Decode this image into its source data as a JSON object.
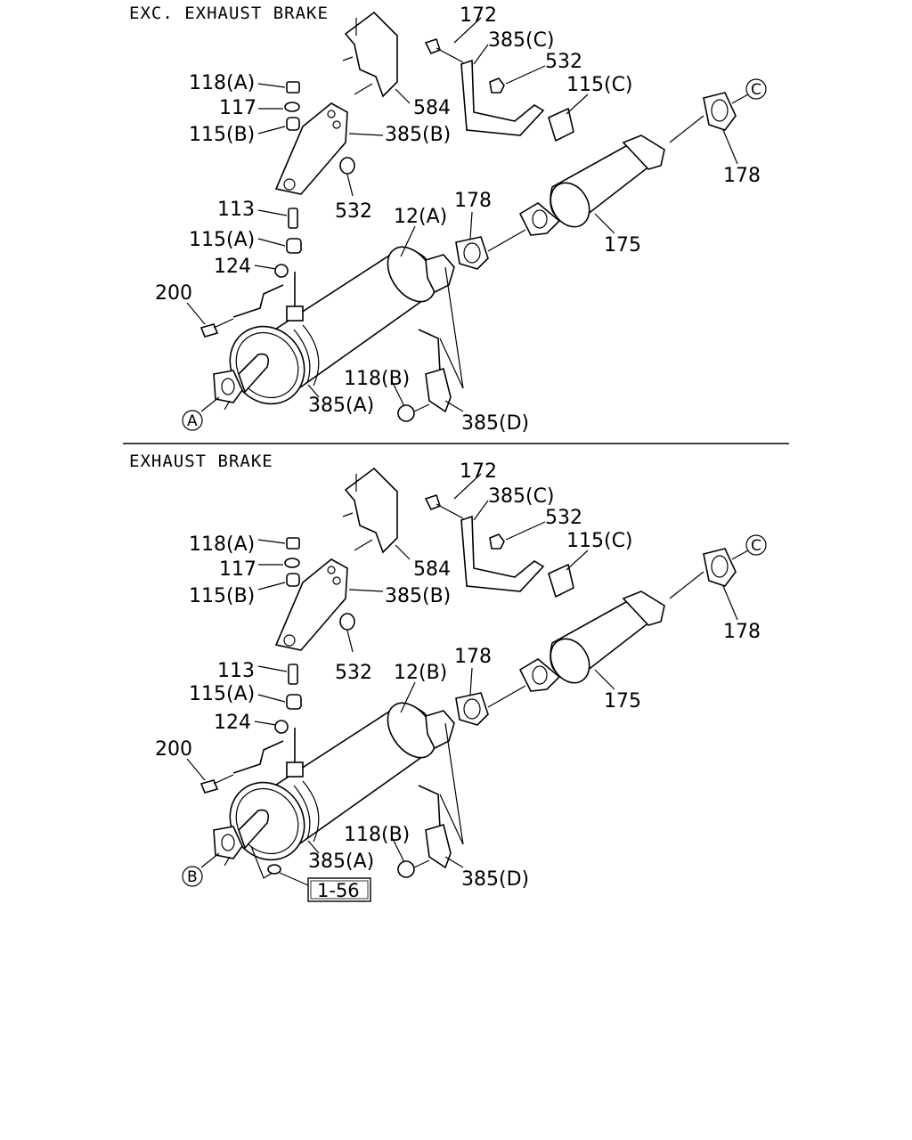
{
  "sections": [
    {
      "title": "EXC. EXHAUST BRAKE",
      "labels": {
        "p172": "172",
        "p385c": "385(C)",
        "p532a": "532",
        "p115c": "115(C)",
        "pC": "C",
        "p118a": "118(A)",
        "p117": "117",
        "p115b": "115(B)",
        "p584": "584",
        "p385b": "385(B)",
        "p532b": "532",
        "p178b": "178",
        "p113": "113",
        "p12": "12(A)",
        "p178a": "178",
        "p175": "175",
        "p115a": "115(A)",
        "p124": "124",
        "p200": "200",
        "p118b": "118(B)",
        "p385a": "385(A)",
        "p385d": "385(D)",
        "pA": "A"
      }
    },
    {
      "title": "EXHAUST BRAKE",
      "labels": {
        "p172": "172",
        "p385c": "385(C)",
        "p532a": "532",
        "p115c": "115(C)",
        "pC": "C",
        "p118a": "118(A)",
        "p117": "117",
        "p115b": "115(B)",
        "p584": "584",
        "p385b": "385(B)",
        "p532b": "532",
        "p178b": "178",
        "p113": "113",
        "p12": "12(B)",
        "p178a": "178",
        "p175": "175",
        "p115a": "115(A)",
        "p124": "124",
        "p200": "200",
        "p118b": "118(B)",
        "p385a": "385(A)",
        "p385d": "385(D)",
        "pA": "B",
        "ref": "1-56"
      }
    }
  ]
}
